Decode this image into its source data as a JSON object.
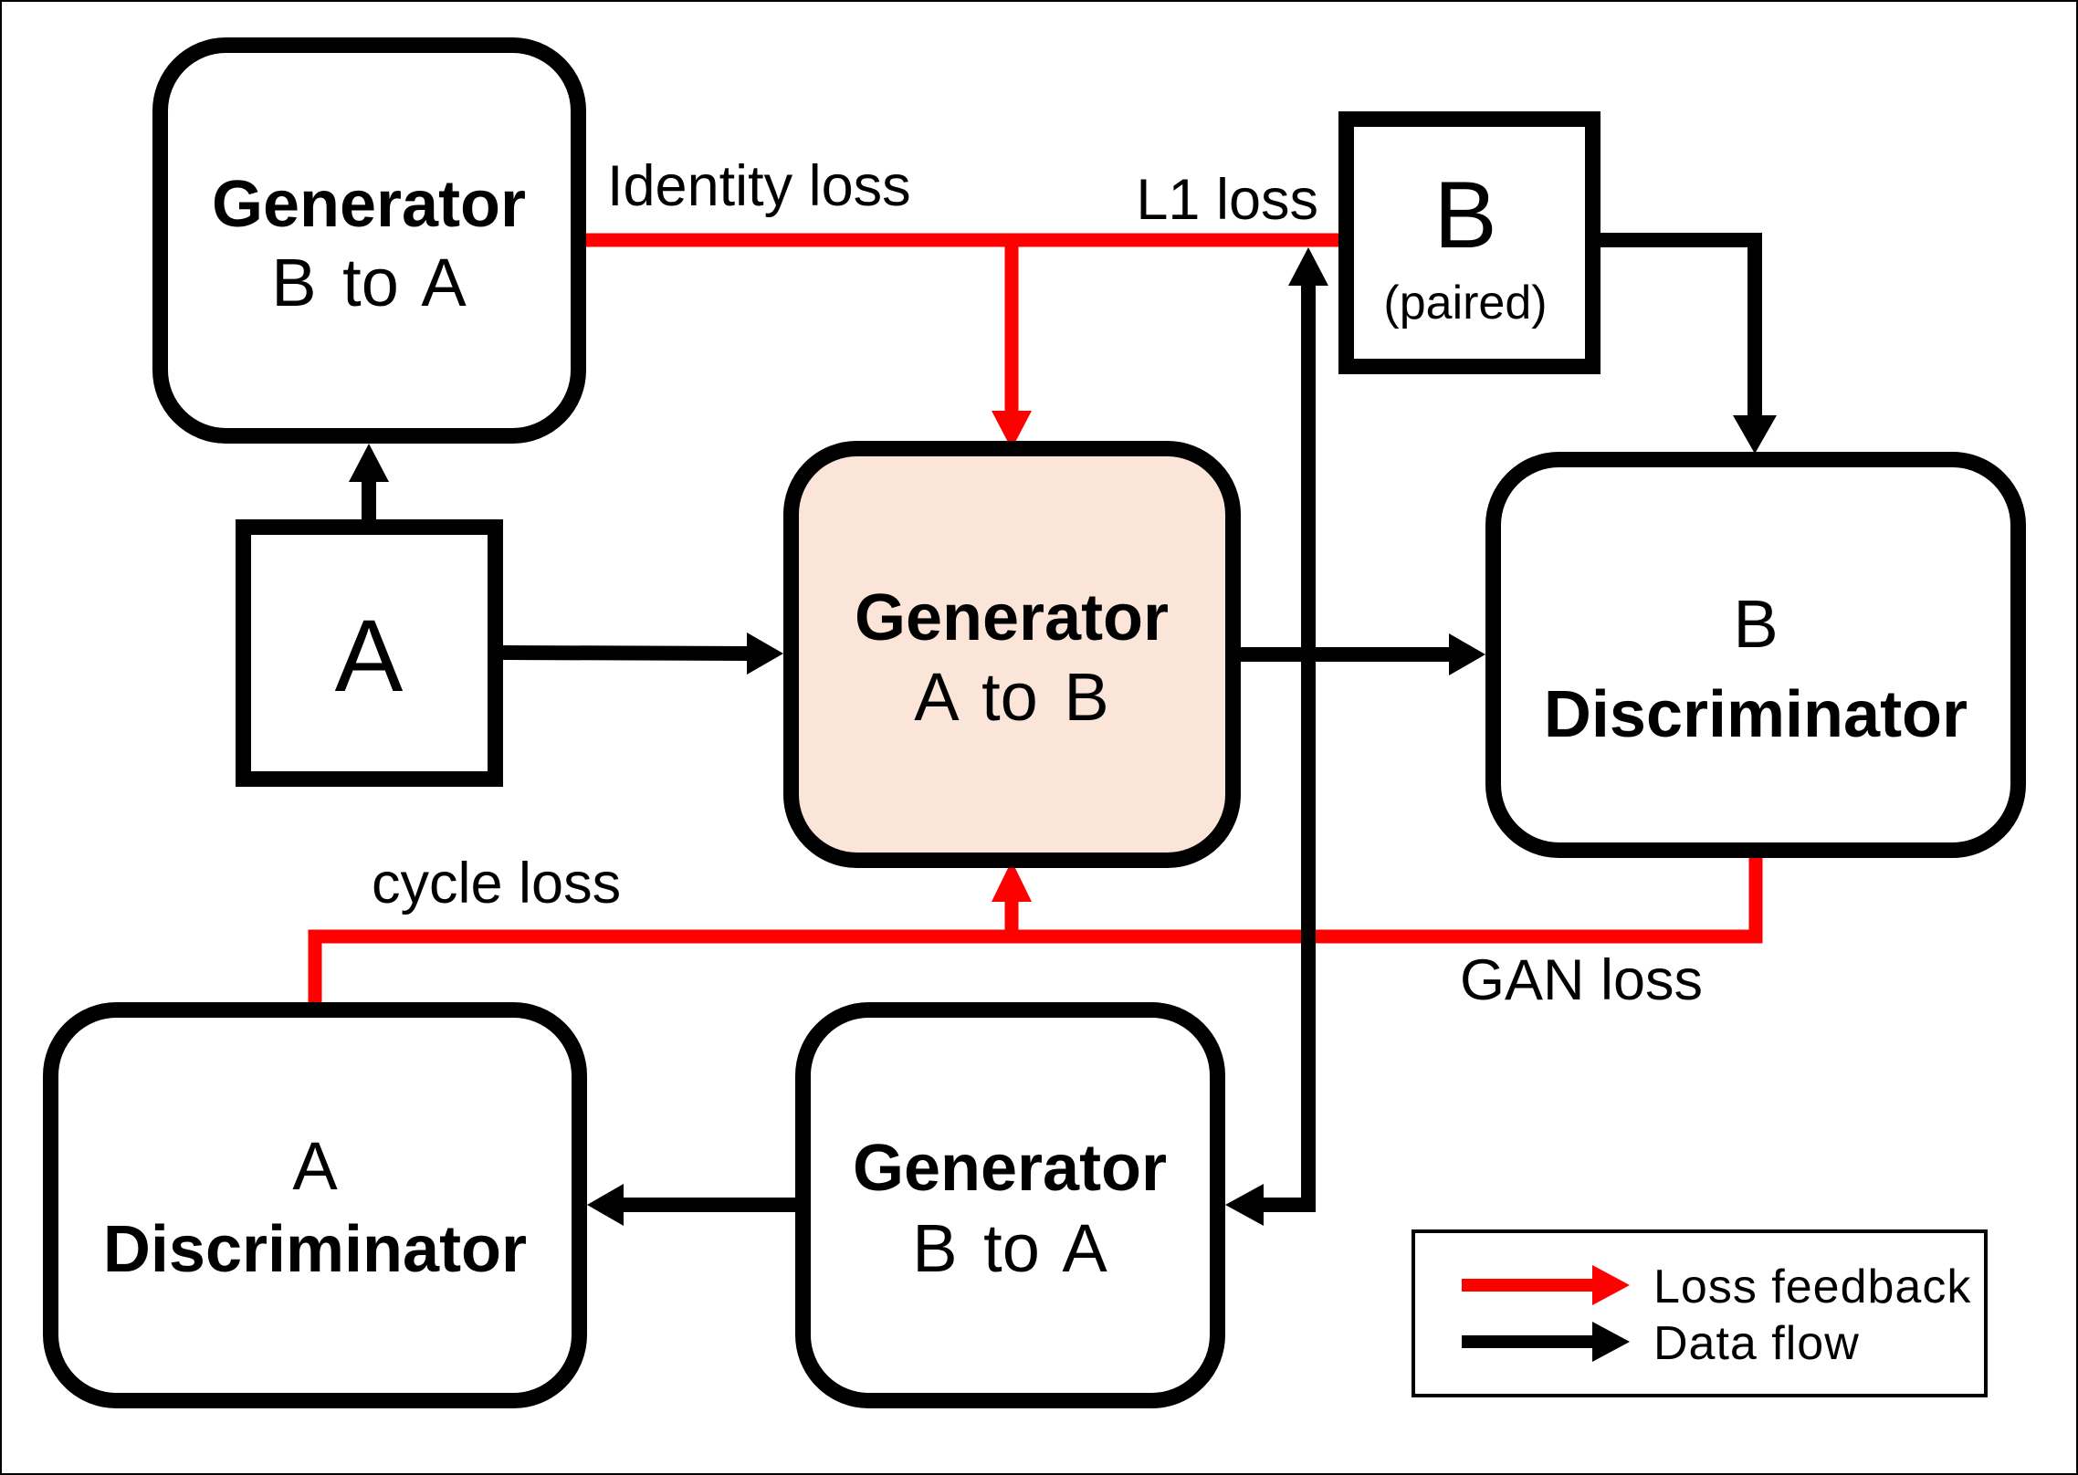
{
  "diagram": {
    "colors": {
      "loss_feedback": "#ff0000",
      "data_flow": "#000000",
      "highlight_fill": "#fae5d8"
    },
    "nodes": {
      "generator_b_to_a_top": {
        "title": "Generator",
        "subtitle": "B to A"
      },
      "b_paired": {
        "label": "B",
        "sublabel": "(paired)"
      },
      "input_a": {
        "label": "A"
      },
      "generator_a_to_b": {
        "title": "Generator",
        "subtitle": "A to B"
      },
      "discriminator_b": {
        "prefix": "B",
        "title": "Discriminator"
      },
      "discriminator_a": {
        "prefix": "A",
        "title": "Discriminator"
      },
      "generator_b_to_a_bottom": {
        "title": "Generator",
        "subtitle": "B to A"
      }
    },
    "loss_labels": {
      "identity": "Identity loss",
      "l1": "L1 loss",
      "cycle": "cycle loss",
      "gan": "GAN loss"
    },
    "edges": [
      {
        "from": "input_a",
        "to": "generator_b_to_a_top",
        "kind": "data_flow"
      },
      {
        "from": "input_a",
        "to": "generator_a_to_b",
        "kind": "data_flow"
      },
      {
        "from": "generator_a_to_b",
        "to": "discriminator_b",
        "kind": "data_flow"
      },
      {
        "from": "b_paired",
        "to": "discriminator_b",
        "kind": "data_flow"
      },
      {
        "from": "generator_a_to_b",
        "to": "l1_loss_junction",
        "kind": "data_flow"
      },
      {
        "from": "generator_a_to_b",
        "to": "generator_b_to_a_bottom",
        "kind": "data_flow"
      },
      {
        "from": "generator_b_to_a_bottom",
        "to": "discriminator_a",
        "kind": "data_flow"
      },
      {
        "from": "generator_b_to_a_top",
        "to": "generator_a_to_b",
        "kind": "loss_feedback",
        "label": "Identity loss"
      },
      {
        "from": "b_paired",
        "to": "generator_a_to_b",
        "kind": "loss_feedback",
        "label": "L1 loss"
      },
      {
        "from": "discriminator_b",
        "to": "generator_a_to_b",
        "kind": "loss_feedback",
        "label": "GAN loss"
      },
      {
        "from": "discriminator_a",
        "to": "generator_a_to_b",
        "kind": "loss_feedback",
        "label": "cycle loss"
      }
    ],
    "legend": {
      "items": [
        {
          "label": "Loss feedback",
          "kind": "loss_feedback"
        },
        {
          "label": "Data flow",
          "kind": "data_flow"
        }
      ]
    }
  }
}
